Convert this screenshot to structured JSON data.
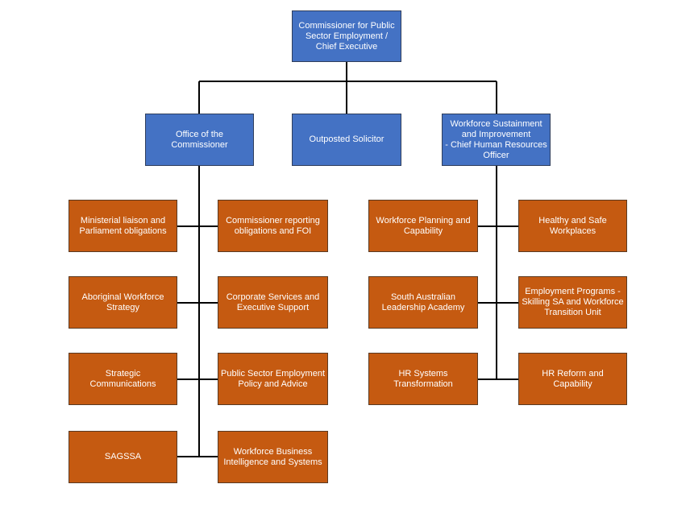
{
  "colors": {
    "primary_box": "#4472c4",
    "unit_box": "#c55a11",
    "connector": "#000000",
    "text": "#ffffff"
  },
  "org_chart": {
    "root": {
      "label": "Commissioner for Public Sector Employment / Chief Executive"
    },
    "divisions": {
      "office": {
        "label": "Office of the Commissioner",
        "units": {
          "ministerial": "Ministerial liaison and Parliament obligations",
          "reporting": "Commissioner reporting obligations and FOI",
          "aboriginal": "Aboriginal Workforce Strategy",
          "corporate": "Corporate Services and Executive Support",
          "communications": "Strategic Communications",
          "policy": "Public Sector Employment Policy and Advice",
          "sagssa": "SAGSSA",
          "intelligence": "Workforce Business Intelligence and Systems"
        }
      },
      "solicitor": {
        "label": "Outposted Solicitor"
      },
      "workforce": {
        "label": "Workforce Sustainment and Improvement\n- Chief Human Resources Officer",
        "units": {
          "planning": "Workforce Planning and Capability",
          "healthy": "Healthy and Safe Workplaces",
          "leadership": "South Australian Leadership Academy",
          "programs": "Employment Programs  - Skilling SA and Workforce Transition Unit",
          "hr_systems": "HR Systems Transformation",
          "hr_reform": "HR Reform and Capability"
        }
      }
    }
  }
}
